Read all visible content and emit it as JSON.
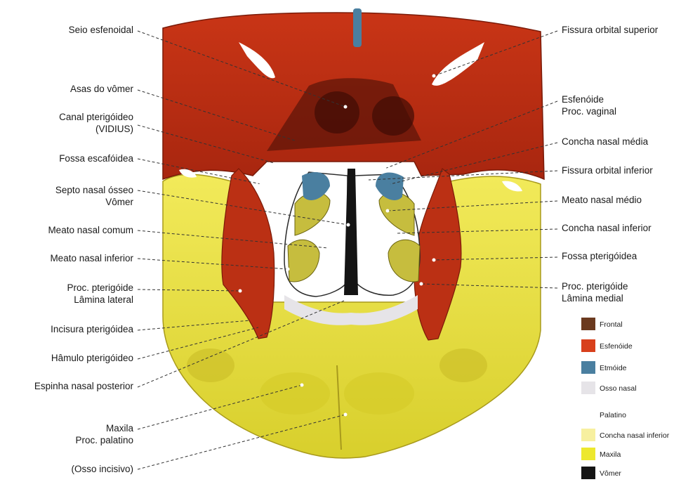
{
  "labels_left": [
    {
      "id": "seio-esfenoidal",
      "lines": [
        "Seio esfenoidal"
      ]
    },
    {
      "id": "asas-do-vomer",
      "lines": [
        "Asas do vômer"
      ]
    },
    {
      "id": "canal-pterigoideo",
      "lines": [
        "Canal pterigóideo",
        "(VIDIUS)"
      ]
    },
    {
      "id": "fossa-escafoidea",
      "lines": [
        "Fossa escafóidea"
      ]
    },
    {
      "id": "septo-nasal-osseo",
      "lines": [
        "Septo nasal ósseo",
        "Vômer"
      ]
    },
    {
      "id": "meato-nasal-comum",
      "lines": [
        "Meato nasal comum"
      ]
    },
    {
      "id": "meato-nasal-inferior",
      "lines": [
        "Meato nasal inferior"
      ]
    },
    {
      "id": "proc-pterigoide-lateral",
      "lines": [
        "Proc. pterigóide",
        "Lâmina lateral"
      ]
    },
    {
      "id": "incisura-pterigoidea",
      "lines": [
        "Incisura pterigóidea"
      ]
    },
    {
      "id": "hamulo-pterigoideo",
      "lines": [
        "Hâmulo pterigóideo"
      ]
    },
    {
      "id": "espinha-nasal-posterior",
      "lines": [
        "Espinha nasal posterior"
      ]
    },
    {
      "id": "maxila-proc-palatino",
      "lines": [
        "Maxila",
        "Proc. palatino"
      ]
    },
    {
      "id": "osso-incisivo",
      "lines": [
        "(Osso incisivo)"
      ]
    }
  ],
  "labels_right": [
    {
      "id": "fissura-orbital-superior",
      "lines": [
        "Fissura orbital superior"
      ]
    },
    {
      "id": "esfenoide-proc-vaginal",
      "lines": [
        "Esfenóide",
        "Proc. vaginal"
      ]
    },
    {
      "id": "concha-nasal-media",
      "lines": [
        "Concha nasal média"
      ]
    },
    {
      "id": "fissura-orbital-inferior",
      "lines": [
        "Fissura orbital inferior"
      ]
    },
    {
      "id": "meato-nasal-medio",
      "lines": [
        "Meato nasal médio"
      ]
    },
    {
      "id": "concha-nasal-inferior",
      "lines": [
        "Concha nasal inferior"
      ]
    },
    {
      "id": "fossa-pterigoidea",
      "lines": [
        "Fossa pterigóidea"
      ]
    },
    {
      "id": "proc-pterigoide-medial",
      "lines": [
        "Proc. pterigóide",
        "Lâmina medial"
      ]
    }
  ],
  "legend": [
    {
      "label": "Frontal",
      "color": "#6b3a1f"
    },
    {
      "label": "Esfenóide",
      "color": "#d8401c"
    },
    {
      "label": "Etmóide",
      "color": "#4a7fa0"
    },
    {
      "label": "Osso nasal",
      "color": "#e6e4e8"
    },
    {
      "label": "Palatino",
      "color": "#ffffff"
    },
    {
      "label": "Concha nasal inferior",
      "color": "#f7f0a0"
    },
    {
      "label": "Maxila",
      "color": "#ede82e"
    },
    {
      "label": "Vômer",
      "color": "#141414"
    }
  ]
}
